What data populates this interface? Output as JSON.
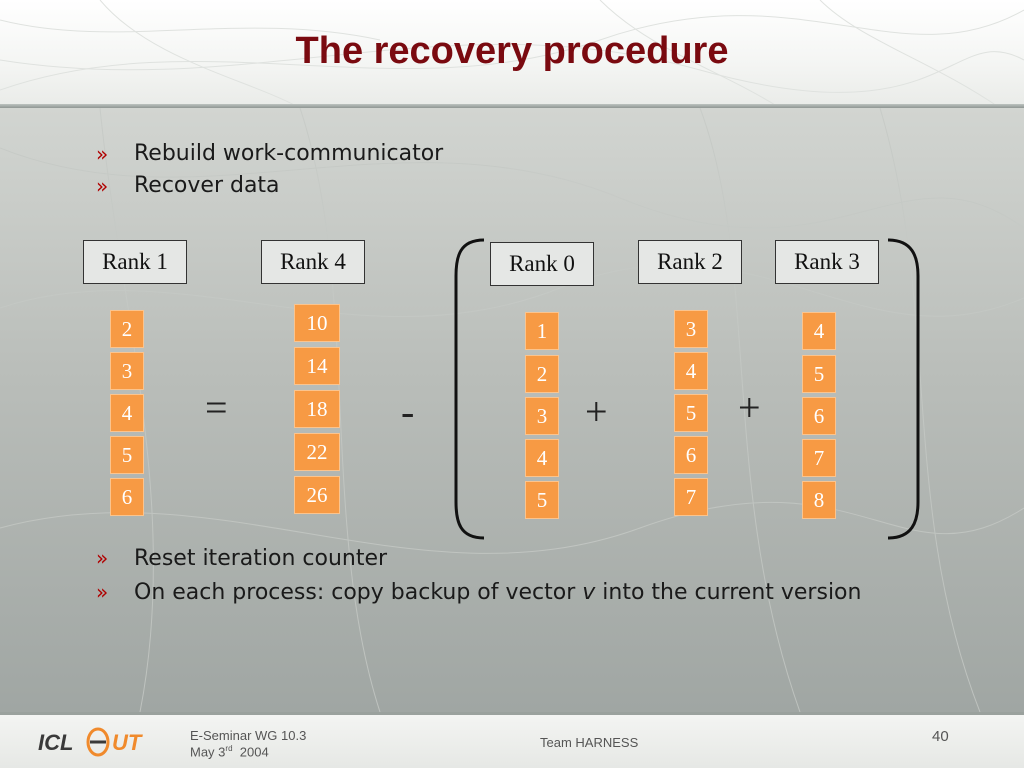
{
  "slide": {
    "title": "The recovery procedure",
    "bullets_top": [
      "Rebuild work-communicator",
      "Recover data"
    ],
    "bullets_bottom": [
      {
        "text": "Reset iteration counter"
      },
      {
        "pre": "On each process: copy backup of vector ",
        "var": "v",
        "post": " into the current version"
      }
    ],
    "bullet_marker": "»"
  },
  "diagram": {
    "ranks": [
      {
        "label": "Rank 1",
        "values": [
          "2",
          "3",
          "4",
          "5",
          "6"
        ]
      },
      {
        "label": "Rank 4",
        "values": [
          "10",
          "14",
          "18",
          "22",
          "26"
        ]
      },
      {
        "label": "Rank 0",
        "values": [
          "1",
          "2",
          "3",
          "4",
          "5"
        ]
      },
      {
        "label": "Rank 2",
        "values": [
          "3",
          "4",
          "5",
          "6",
          "7"
        ]
      },
      {
        "label": "Rank 3",
        "values": [
          "4",
          "5",
          "6",
          "7",
          "8"
        ]
      }
    ],
    "operators": {
      "equals": "=",
      "minus": "-",
      "plus1": "+",
      "plus2": "+"
    }
  },
  "footer": {
    "logo_text": "ICL UT",
    "seminar": "E-Seminar WG 10.3",
    "date_pre": "May 3",
    "date_sup": "rd",
    "date_post": "  2004",
    "team": "Team HARNESS",
    "page": "40"
  },
  "colors": {
    "title": "#7a0a10",
    "cell": "#f79a44",
    "bullet_marker": "#b00000"
  }
}
